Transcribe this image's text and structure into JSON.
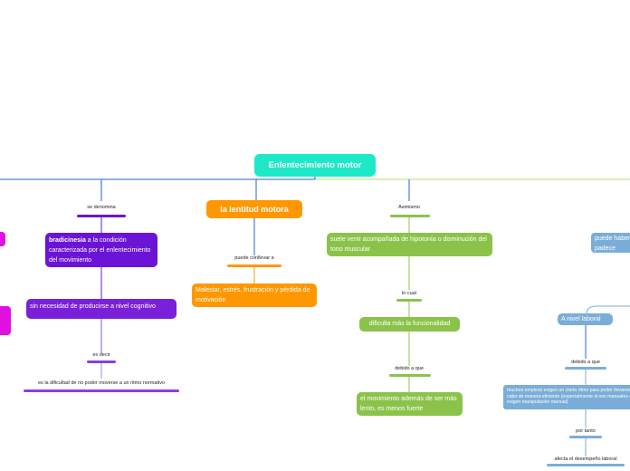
{
  "colors": {
    "teal": "#1de9c8",
    "purple": "#6b14d6",
    "orange": "#ff9800",
    "green": "#8bc34a",
    "blue": "#7aaed8",
    "magenta": "#e010e0",
    "line_blue": "#2266cc",
    "line_green": "#b8e06a"
  },
  "center": {
    "label": "Enlentecimiento motor"
  },
  "purple": {
    "label1": "se denomina",
    "box1_bold": "bradicinesia",
    "box1_rest": " a la condición caracterizada por el enlentecimiento del movimiento",
    "box2": "sin necesidad de producirse a nivel cognitivo",
    "label2": "es decir",
    "label3": "es la dificultad de no poder moverse a un ritmo normativo"
  },
  "orange": {
    "title": "la lentitud motora",
    "label1": "puede conllevar a",
    "box1": "Malestar, estrés, frustración y pérdida de motivación"
  },
  "green": {
    "label1": "Asimismo",
    "box1": "suele venir acompañada de hipotonía o disminución del tono muscular",
    "label2": "lo cual",
    "box2": "dificulta más la funcionalidad",
    "label3": "debido a que",
    "box3": "el movimiento además de ser más lento, es menos fuerte"
  },
  "blue": {
    "box_top": "puede haber padece",
    "box1": "A nivel laboral",
    "label1": "debido a que",
    "box2": "muchos empleos exigen un cierto ritmo para poder llevarse a cabo de manera eficiente (especialmente si son manuales o exigen manipulación manual)",
    "label2": "por tanto",
    "label3": "afecta el desempeño laboral"
  }
}
